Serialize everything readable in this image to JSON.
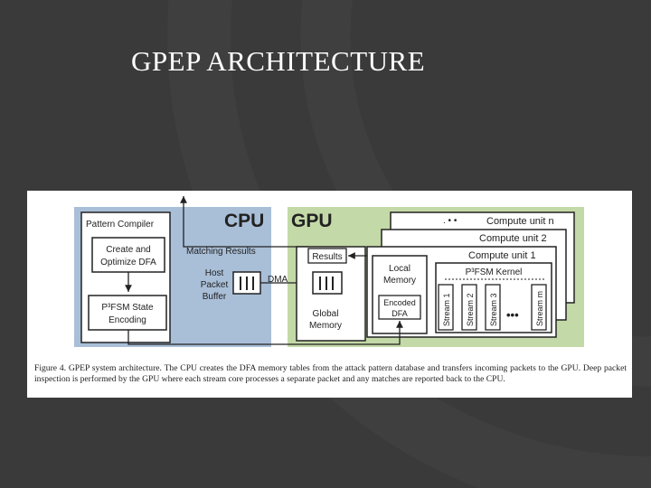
{
  "slide": {
    "title": "GPEP ARCHITECTURE"
  },
  "diagram": {
    "cpu_label": "CPU",
    "gpu_label": "GPU",
    "pattern_compiler": "Pattern Compiler",
    "create_optimize": [
      "Create and",
      "Optimize DFA"
    ],
    "fsm_state_encoding": [
      "P³FSM State",
      "Encoding"
    ],
    "matching_results": "Matching Results",
    "host_packet_buffer": [
      "Host",
      "Packet",
      "Buffer"
    ],
    "dma": "DMA",
    "results": "Results",
    "global_memory": [
      "Global",
      "Memory"
    ],
    "compute_unit_n": "Compute unit n",
    "compute_unit_2": "Compute unit 2",
    "compute_unit_1": "Compute unit 1",
    "local_memory": [
      "Local",
      "Memory"
    ],
    "encoded_dfa": [
      "Encoded",
      "DFA"
    ],
    "fsm_kernel": "P³FSM Kernel",
    "streams": [
      "Stream 1",
      "Stream 2",
      "Stream 3",
      "Stream m"
    ],
    "ellipsis": "•••",
    "colors": {
      "cpu_region": "#a9bfd8",
      "gpu_region": "#c3d9a7",
      "arrow": "#222222"
    }
  },
  "caption": {
    "text": "Figure 4.     GPEP system architecture. The CPU creates the DFA memory tables from the attack pattern database and transfers incoming packets to the GPU. Deep packet inspection is performed by the GPU where each stream core processes a separate packet and any matches are reported back to the CPU."
  }
}
